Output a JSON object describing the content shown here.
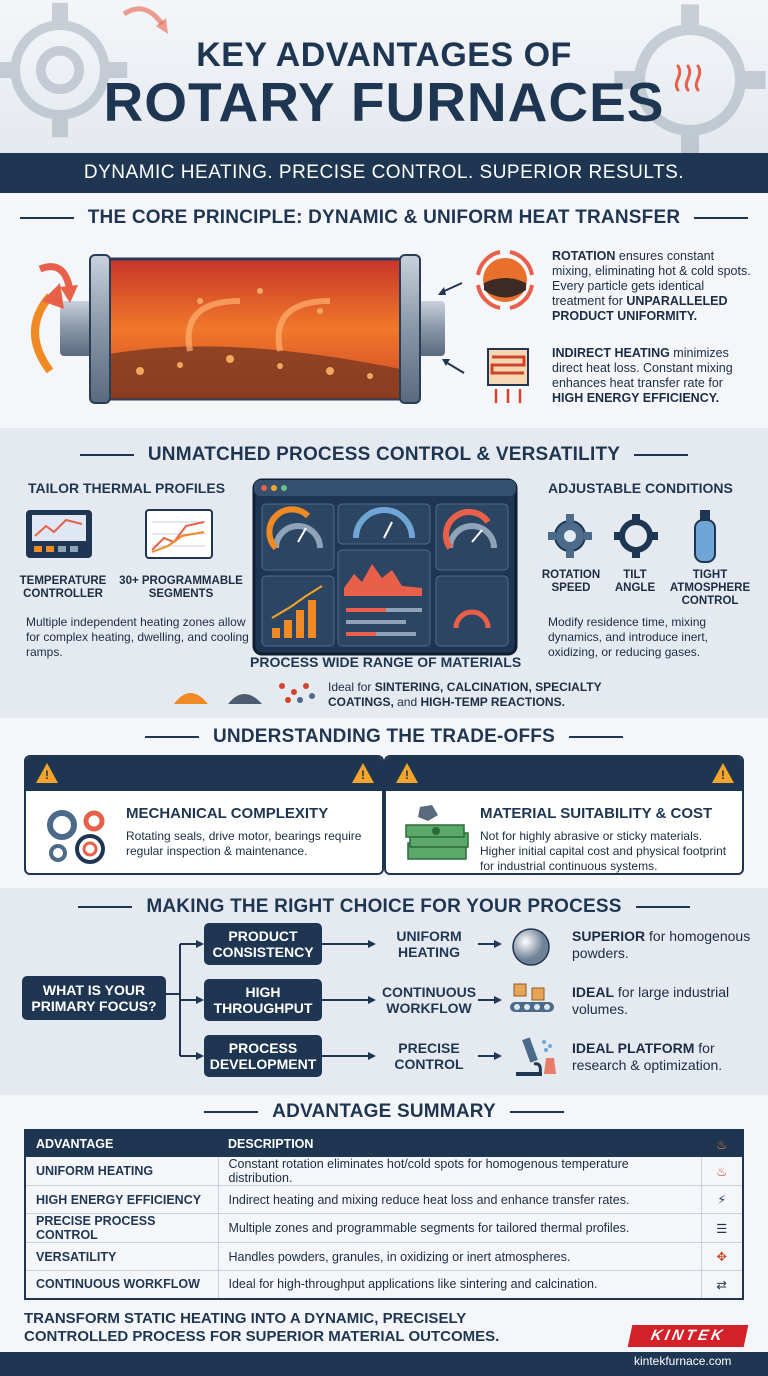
{
  "header": {
    "title_line1": "KEY ADVANTAGES OF",
    "title_line2": "ROTARY FURNACES",
    "tagline": "DYNAMIC HEATING. PRECISE CONTROL. SUPERIOR RESULTS."
  },
  "core": {
    "title": "THE CORE PRINCIPLE: DYNAMIC & UNIFORM HEAT TRANSFER",
    "rotation": {
      "lead": "ROTATION",
      "text": " ensures constant mixing, eliminating hot & cold spots. Every particle gets identical treatment for ",
      "emph": "UNPARALLELED PRODUCT UNIFORMITY."
    },
    "indirect": {
      "lead": "INDIRECT HEATING",
      "text": " minimizes direct heat loss. Constant mixing enhances heat transfer rate for ",
      "emph": "HIGH ENERGY EFFICIENCY."
    }
  },
  "control": {
    "title": "UNMATCHED PROCESS CONTROL & VERSATILITY",
    "thermal": {
      "heading": "TAILOR THERMAL PROFILES",
      "item1": "TEMPERATURE CONTROLLER",
      "item2": "30+ PROGRAMMABLE SEGMENTS",
      "desc": "Multiple independent heating zones allow for complex heating, dwelling, and cooling ramps."
    },
    "adjustable": {
      "heading": "ADJUSTABLE CONDITIONS",
      "item1": "ROTATION SPEED",
      "item2": "TILT ANGLE",
      "item3": "TIGHT ATMOSPHERE CONTROL",
      "desc": "Modify residence time, mixing dynamics, and introduce inert, oxidizing, or reducing gases."
    },
    "materials": {
      "heading": "PROCESS WIDE RANGE OF MATERIALS",
      "lead": "Ideal for ",
      "emph1": "SINTERING, CALCINATION, SPECIALTY COATINGS,",
      "mid": " and ",
      "emph2": "HIGH-TEMP REACTIONS."
    }
  },
  "tradeoffs": {
    "title": "UNDERSTANDING THE TRADE-OFFS",
    "card1": {
      "heading": "MECHANICAL COMPLEXITY",
      "desc": "Rotating seals, drive motor, bearings require regular inspection & maintenance."
    },
    "card2": {
      "heading": "MATERIAL SUITABILITY & COST",
      "desc": "Not for highly abrasive or sticky materials. Higher initial capital cost and physical footprint for industrial continuous systems."
    }
  },
  "choice": {
    "title": "MAKING THE RIGHT CHOICE FOR YOUR PROCESS",
    "question": "WHAT IS YOUR PRIMARY FOCUS?",
    "rows": [
      {
        "focus": "PRODUCT CONSISTENCY",
        "outcome": "UNIFORM HEATING",
        "lead": "SUPERIOR",
        "text": " for homogenous powders."
      },
      {
        "focus": "HIGH THROUGHPUT",
        "outcome": "CONTINUOUS WORKFLOW",
        "lead": "IDEAL",
        "text": " for large industrial volumes."
      },
      {
        "focus": "PROCESS DEVELOPMENT",
        "outcome": "PRECISE CONTROL",
        "lead": "IDEAL PLATFORM",
        "text": " for research & optimization."
      }
    ]
  },
  "summary": {
    "title": "ADVANTAGE SUMMARY",
    "col_advantage": "ADVANTAGE",
    "col_description": "DESCRIPTION",
    "rows": [
      {
        "advantage": "UNIFORM HEATING",
        "description": "Constant rotation eliminates hot/cold spots for homogenous temperature distribution."
      },
      {
        "advantage": "HIGH ENERGY EFFICIENCY",
        "description": "Indirect heating and mixing reduce heat loss and enhance transfer rates."
      },
      {
        "advantage": "PRECISE PROCESS CONTROL",
        "description": "Multiple zones and programmable segments for tailored thermal profiles."
      },
      {
        "advantage": "VERSATILITY",
        "description": "Handles powders, granules, in oxidizing or inert atmospheres."
      },
      {
        "advantage": "CONTINUOUS WORKFLOW",
        "description": "Ideal for high-throughput applications like sintering and calcination."
      }
    ]
  },
  "footer": {
    "statement": "TRANSFORM STATIC HEATING INTO A DYNAMIC, PRECISELY CONTROLLED PROCESS FOR SUPERIOR MATERIAL OUTCOMES.",
    "brand": "KINTEK",
    "url": "kintekfurnace.com"
  },
  "colors": {
    "navy": "#1f3652",
    "accent_orange": "#f08a24",
    "warning": "#f4a52a",
    "brand_red": "#d42028"
  }
}
